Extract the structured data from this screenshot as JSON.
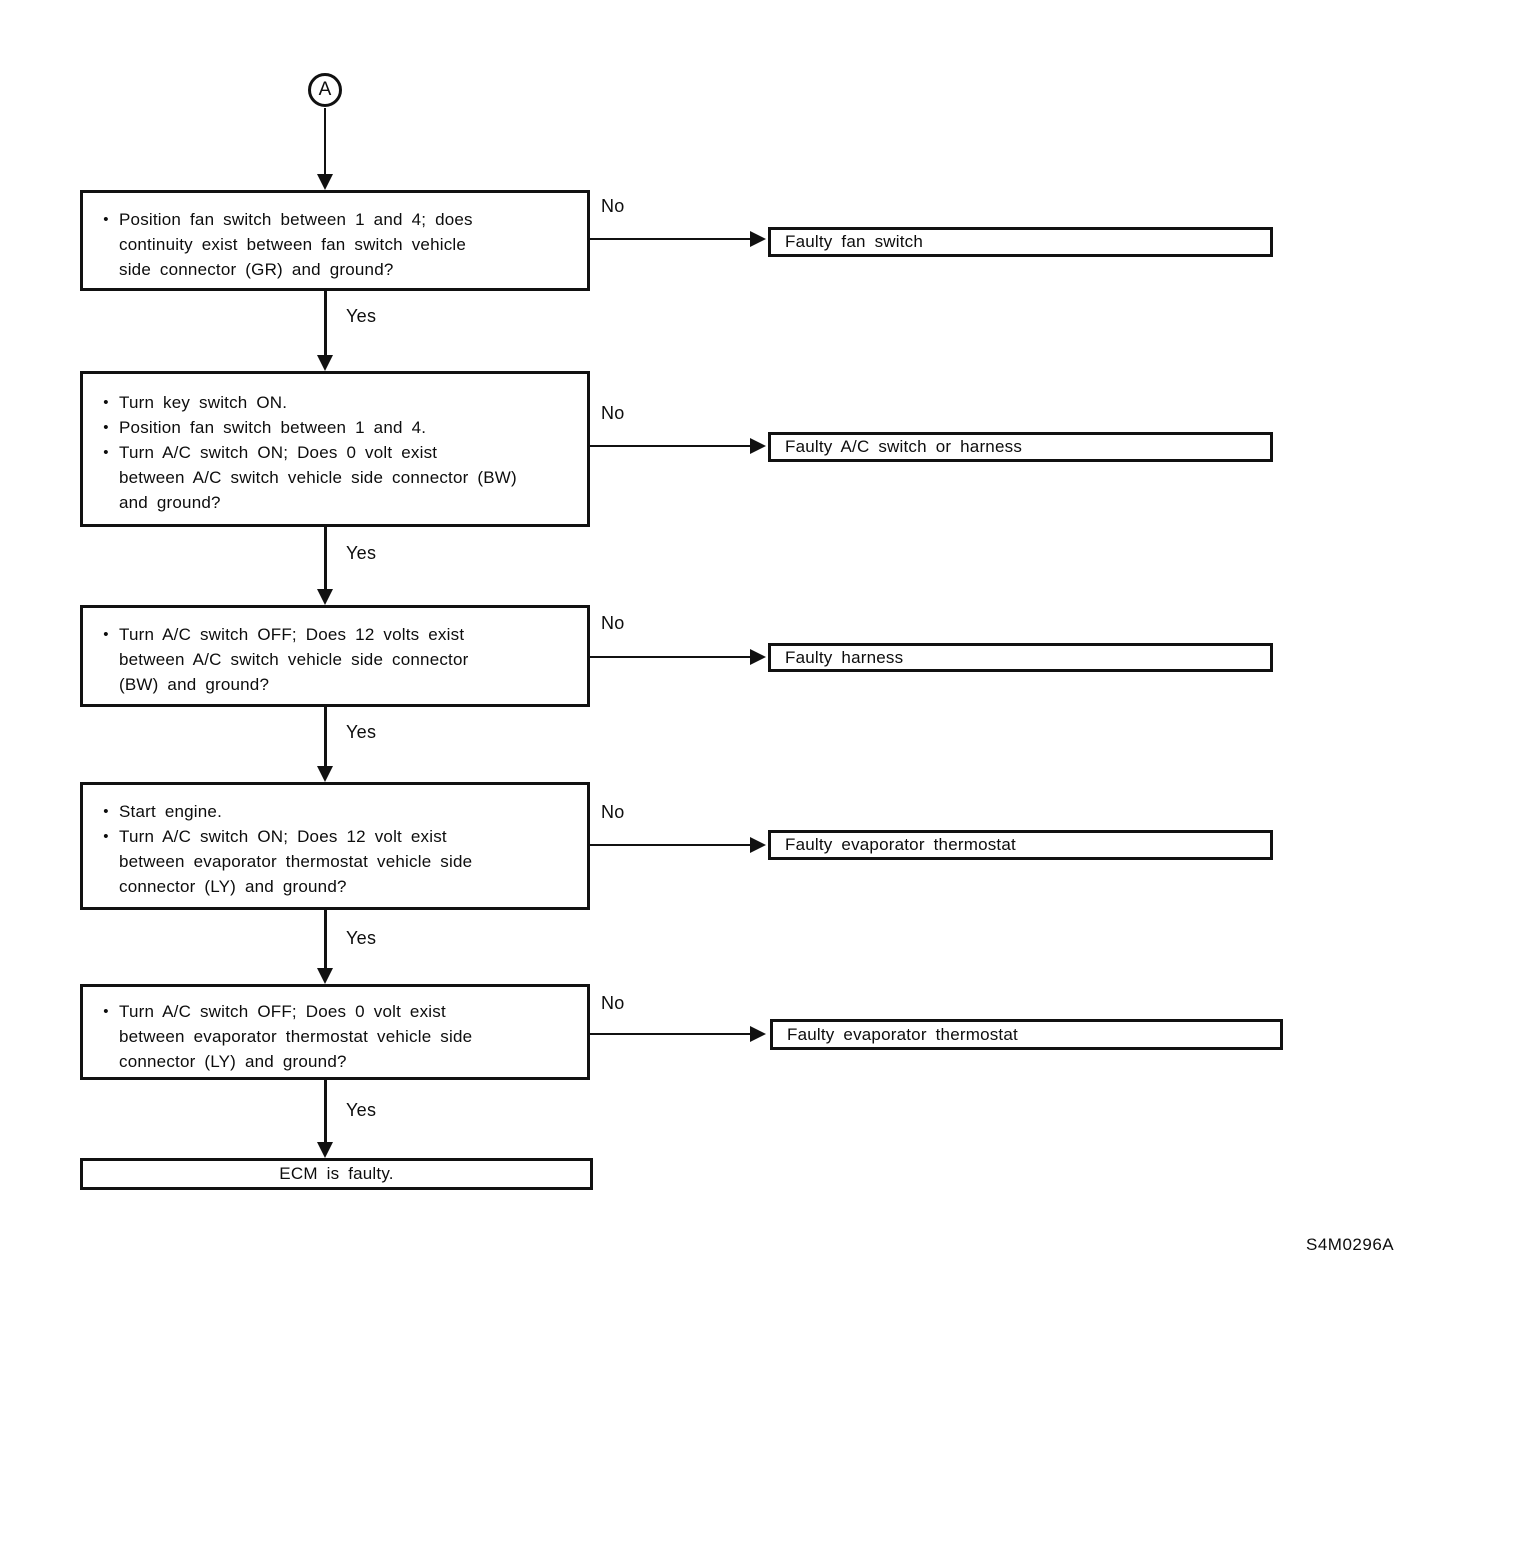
{
  "glyphs": {
    "bullet": "•"
  },
  "labels": {
    "connector": "A",
    "yes": "Yes",
    "no": "No"
  },
  "figure_code": "S4M0296A",
  "steps": [
    {
      "q": [
        "Position fan switch between 1 and 4; does",
        "continuity exist between fan switch vehicle",
        "side connector (GR) and ground?"
      ],
      "result": "Faulty fan switch"
    },
    {
      "q": [
        "Turn key switch ON.",
        "Position fan switch between 1 and 4.",
        "Turn A/C switch ON; Does 0 volt exist",
        "between A/C switch vehicle side connector (BW)",
        "and ground?"
      ],
      "result": "Faulty A/C switch or harness"
    },
    {
      "q": [
        "Turn A/C switch OFF; Does 12 volts exist",
        "between A/C switch vehicle side connector",
        "(BW) and ground?"
      ],
      "result": "Faulty harness"
    },
    {
      "q": [
        "Start engine.",
        "Turn A/C switch ON; Does 12 volt exist",
        "between evaporator thermostat vehicle side",
        "connector (LY) and ground?"
      ],
      "result": "Faulty evaporator thermostat"
    },
    {
      "q": [
        "Turn A/C switch OFF; Does 0 volt exist",
        "between evaporator thermostat vehicle side",
        "connector (LY) and ground?"
      ],
      "result": "Faulty evaporator thermostat"
    }
  ],
  "final_box": "ECM is faulty."
}
